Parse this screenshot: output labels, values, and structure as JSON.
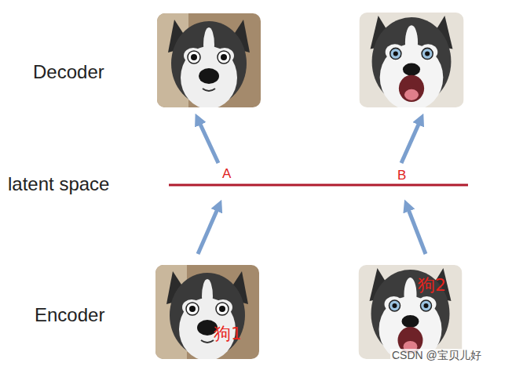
{
  "diagram": {
    "nodes": [
      {
        "text": [
          "狗1"
        ]
      },
      {
        "text": [
          "狗2"
        ]
      }
    ],
    "labels": [
      "Decoder",
      "latent space",
      "A",
      "B",
      "Encoder",
      "CSDN @宝贝儿好"
    ]
  }
}
